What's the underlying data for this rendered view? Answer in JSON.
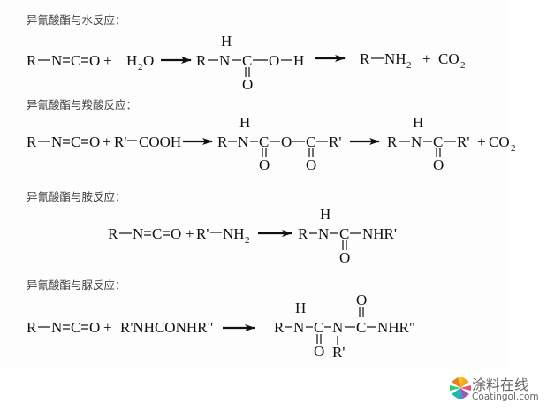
{
  "sections": [
    {
      "heading": "异氰酸酯与水反应：",
      "reactants": [
        "R—N=C=O",
        "H₂O"
      ],
      "products": [
        {
          "label": "intermediate",
          "text": "R—N(H)—C(=O)—O—H"
        },
        {
          "label": "amine",
          "text": "R—NH₂"
        },
        {
          "label": "gas",
          "text": "CO₂"
        }
      ]
    },
    {
      "heading": "异氰酸酯与羧酸反应：",
      "reactants": [
        "R—N=C=O",
        "R'—COOH"
      ],
      "products": [
        {
          "label": "mixed-anhydride",
          "text": "R—N(H)—C(=O)—O—C(=O)—R'"
        },
        {
          "label": "amide",
          "text": "R—N(H)—C(=O)—R'"
        },
        {
          "label": "gas",
          "text": "CO₂"
        }
      ]
    },
    {
      "heading": "异氰酸酯与胺反应：",
      "reactants": [
        "R—N=C=O",
        "R'—NH₂"
      ],
      "products": [
        {
          "label": "urea",
          "text": "R—N(H)—C(=O)—NHR'"
        }
      ]
    },
    {
      "heading": "异氰酸酯与脲反应：",
      "reactants": [
        "R—N=C=O",
        "R'NHCONHR\""
      ],
      "products": [
        {
          "label": "biuret",
          "text": "R—N(H)—C(=O)—N(R')—C(=O)—NHR\""
        }
      ]
    }
  ],
  "labels": {
    "R": "R",
    "N": "N",
    "C": "C",
    "O": "O",
    "H": "H",
    "eqNCO": "=C=O",
    "plus": "+",
    "H2O_H": "H",
    "H2O_2": "2",
    "H2O_O": "O",
    "OH": "O",
    "NH": "NH",
    "sub2": "2",
    "CO": "CO",
    "Rp": "R'",
    "COOH": "COOH",
    "NHRp": "NHR'",
    "RpNHCONHRpp": "R'NHCONHR\"",
    "NHRpp": "NHR\""
  },
  "watermark": {
    "name_cn": "涂料在线",
    "name_en": "Coatingol.com",
    "icon_colors": [
      "#f5a623",
      "#e94e77",
      "#9b59b6",
      "#3498db",
      "#2ecc71",
      "#f1c40f",
      "#e67e22",
      "#1abc9c"
    ]
  }
}
